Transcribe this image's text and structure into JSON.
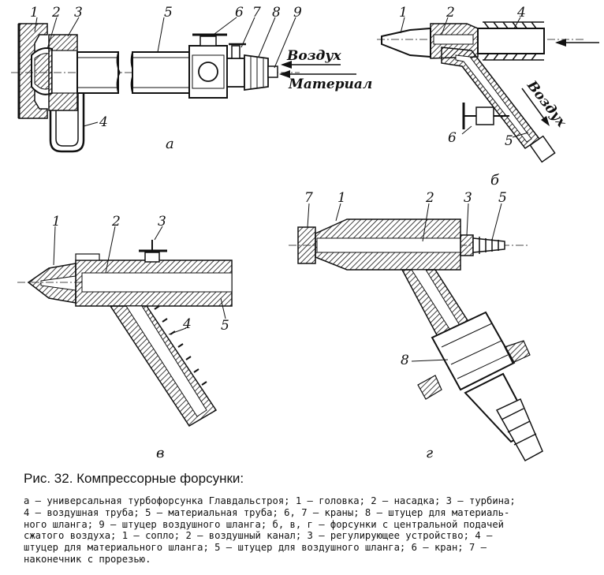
{
  "figure": {
    "a": {
      "numbers": [
        "1",
        "2",
        "3",
        "4",
        "5",
        "6",
        "7",
        "8",
        "9"
      ],
      "air_label": "Воздух",
      "material_label": "Материал",
      "sub": "а"
    },
    "b": {
      "numbers": [
        "1",
        "2",
        "4",
        "6",
        "5"
      ],
      "air_label": "Воздух",
      "sub": "б"
    },
    "v": {
      "numbers": [
        "1",
        "2",
        "3",
        "4",
        "5"
      ],
      "sub": "в"
    },
    "g": {
      "numbers": [
        "7",
        "1",
        "2",
        "3",
        "5",
        "8"
      ],
      "sub": "г"
    }
  },
  "caption": {
    "title": "Рис. 32. Компрессорные форсунки:",
    "lines": [
      "а — универсальная турбофорсунка Главдальстроя; 1 — головка; 2 — насадка; 3 — турбина;",
      "4 — воздушная труба; 5 — материальная труба; 6, 7 — краны; 8 — штуцер для материаль-",
      "ного шланга; 9 — штуцер воздушного шланга; б, в, г — форсунки с центральной подачей",
      "сжатого воздуха; 1 — сопло; 2 — воздушный канал; 3 — регулирующее устройство; 4 —",
      "штуцер для материального шланга; 5 — штуцер для воздушного шланга; 6 — кран; 7 —",
      "наконечник с прорезью."
    ]
  }
}
